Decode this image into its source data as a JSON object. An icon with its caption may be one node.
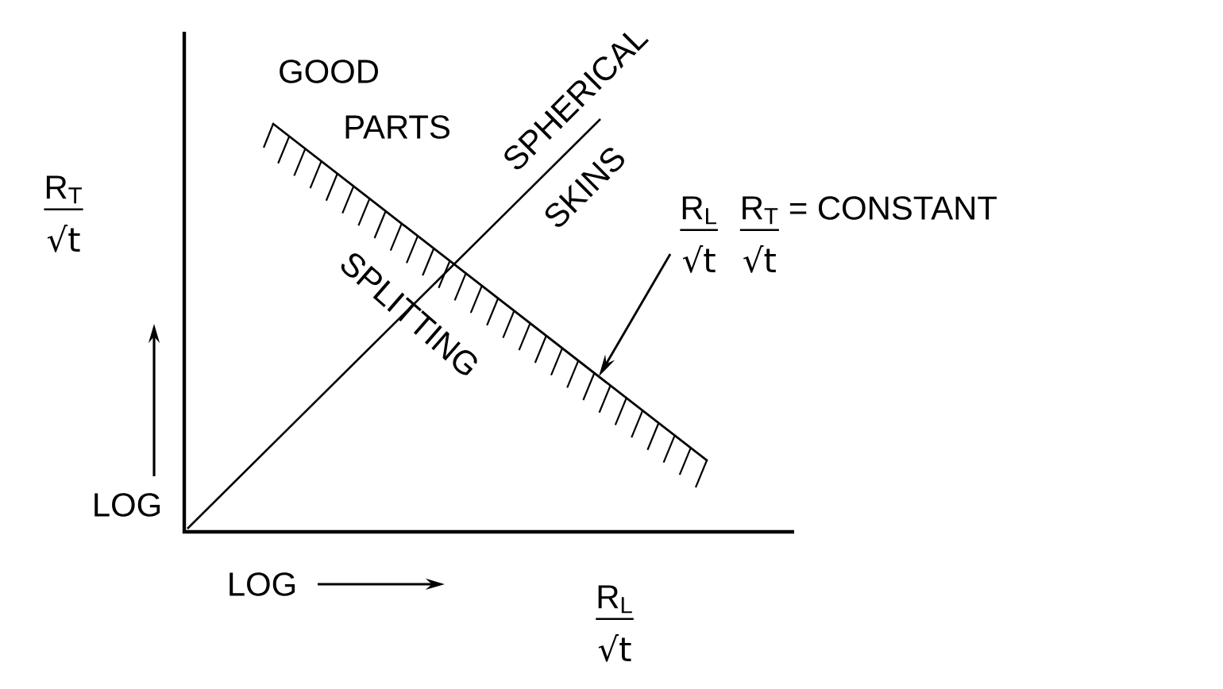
{
  "diagram": {
    "nodes": [
      {
        "text": [
          "R$_{L}$",
          "√t",
          "R$_{T}$",
          "√t",
          "= CONSTANT"
        ]
      },
      {
        "text": [],
        "shape": "line"
      }
    ],
    "edges": [
      {
        "from": 0,
        "to": 1,
        "arrow": "to"
      }
    ],
    "labels": [
      "GOOD",
      "PARTS",
      "SPHERICAL",
      "SKINS",
      "SPLITTING",
      "R$_{T}$",
      "√t",
      "LOG",
      "LOG",
      "R$_{L}$",
      "√t"
    ]
  }
}
